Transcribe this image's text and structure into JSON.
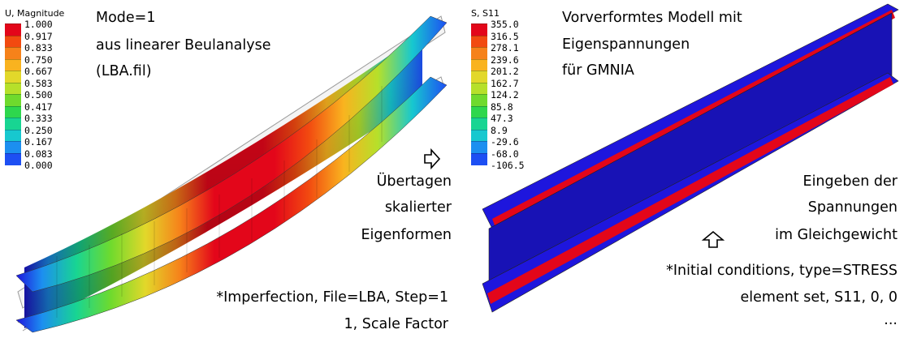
{
  "left": {
    "legend": {
      "title": "U, Magnitude",
      "levels": [
        "1.000",
        "0.917",
        "0.833",
        "0.750",
        "0.667",
        "0.583",
        "0.500",
        "0.417",
        "0.333",
        "0.250",
        "0.167",
        "0.083",
        "0.000"
      ],
      "colors": [
        "#e3061a",
        "#f24a10",
        "#f6821a",
        "#f9b31f",
        "#e2d82a",
        "#b6e02a",
        "#6fda2d",
        "#2ed74d",
        "#18d592",
        "#17c8cf",
        "#1c8ff0",
        "#1d4ff3",
        "#1e16dd"
      ]
    },
    "mode_line": "Mode=1",
    "analysis_line1": "aus linearer Beulanalyse",
    "analysis_line2": "(LBA.fil)",
    "transfer_line1": "Übertagen",
    "transfer_line2": "skalierter",
    "transfer_line3": "Eigenformen",
    "command_line1": "*Imperfection, File=LBA, Step=1",
    "command_line2": "1, Scale Factor"
  },
  "right": {
    "legend": {
      "title": "S, S11",
      "levels": [
        "355.0",
        "316.5",
        "278.1",
        "239.6",
        "201.2",
        "162.7",
        "124.2",
        "85.8",
        "47.3",
        "8.9",
        "-29.6",
        "-68.0",
        "-106.5"
      ],
      "colors": [
        "#e3061a",
        "#f24a10",
        "#f6821a",
        "#f9b31f",
        "#e2d82a",
        "#b6e02a",
        "#6fda2d",
        "#2ed74d",
        "#18d592",
        "#17c8cf",
        "#1c8ff0",
        "#1d4ff3",
        "#1e16dd"
      ]
    },
    "model_line1": "Vorverformtes Modell mit",
    "model_line2": "Eigenspannungen",
    "model_line3": "für GMNIA",
    "input_line1": "Eingeben der",
    "input_line2": "Spannungen",
    "input_line3": "im Gleichgewicht",
    "command_line1": "*Initial conditions, type=STRESS",
    "command_line2": "element set, S11, 0, 0",
    "command_line3": "..."
  },
  "icons": {
    "right_arrow": "arrow-right-outline-icon",
    "up_arrow": "arrow-up-outline-icon"
  }
}
